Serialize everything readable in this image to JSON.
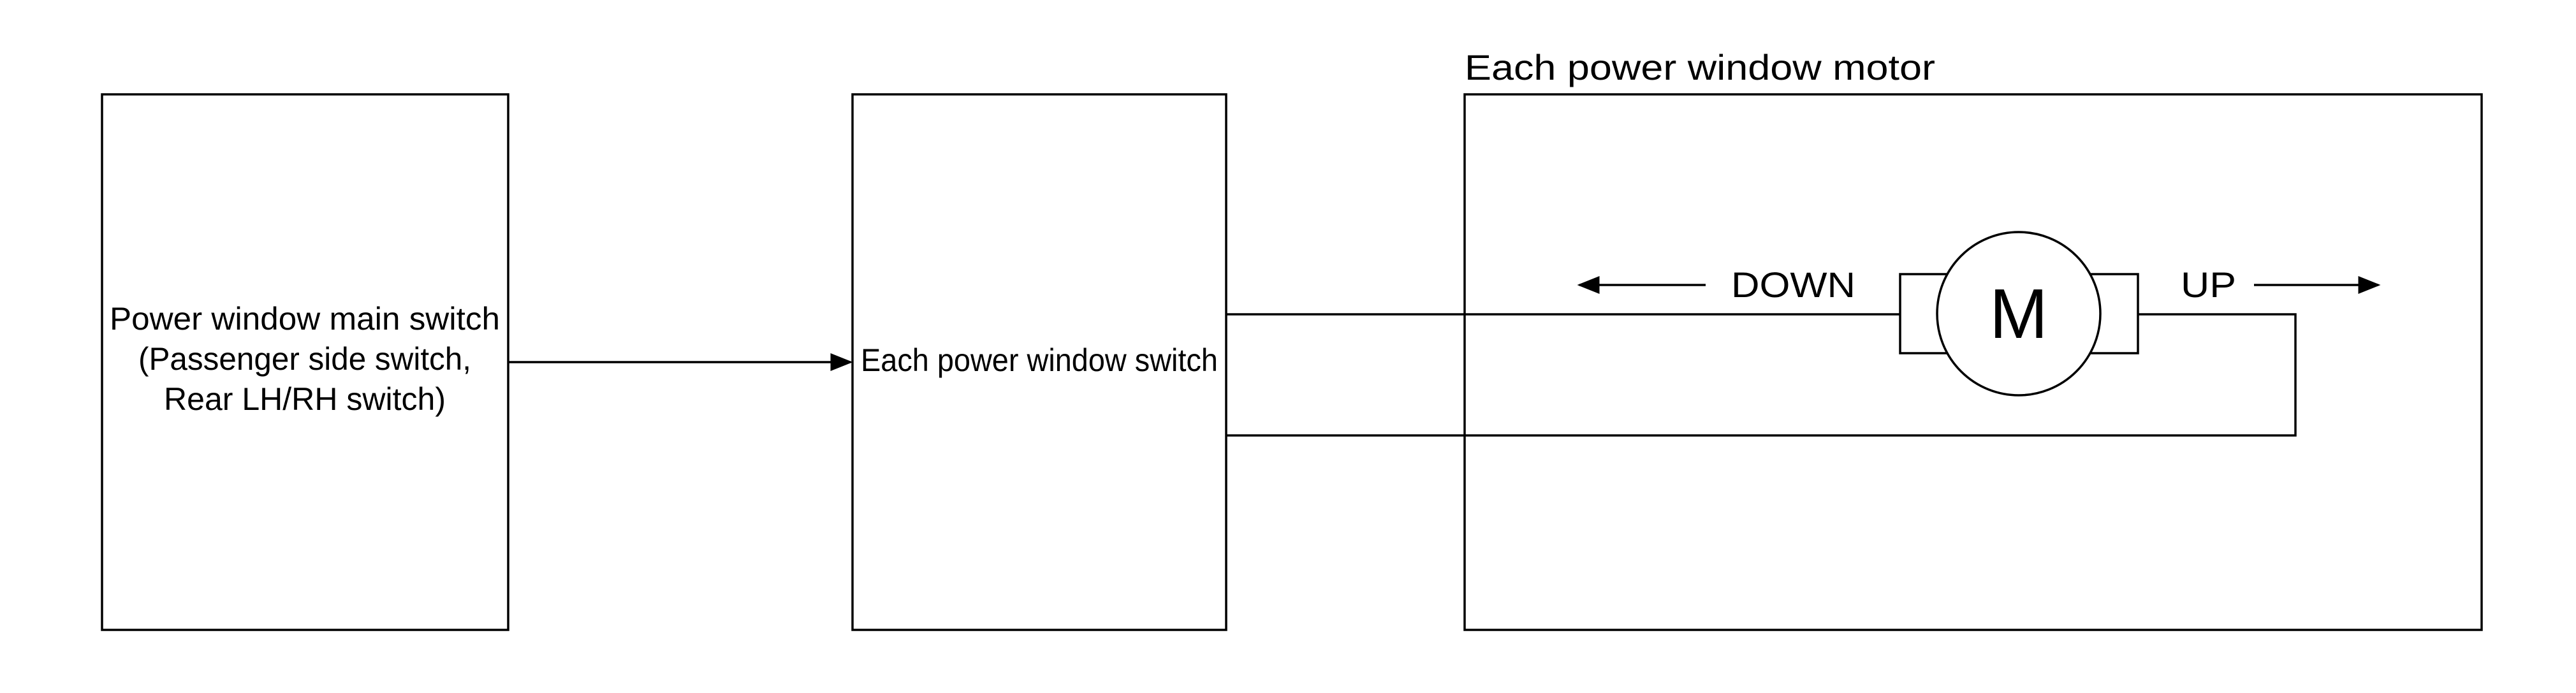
{
  "main_switch": {
    "line1": "Power window main switch",
    "line2": "(Passenger side switch,",
    "line3": "Rear LH/RH switch)"
  },
  "window_switch": {
    "label": "Each power window switch"
  },
  "motor_group": {
    "title": "Each power window motor",
    "motor_symbol": "M",
    "down_label": "DOWN",
    "up_label": "UP"
  },
  "colors": {
    "stroke": "#000000",
    "background": "#ffffff"
  }
}
